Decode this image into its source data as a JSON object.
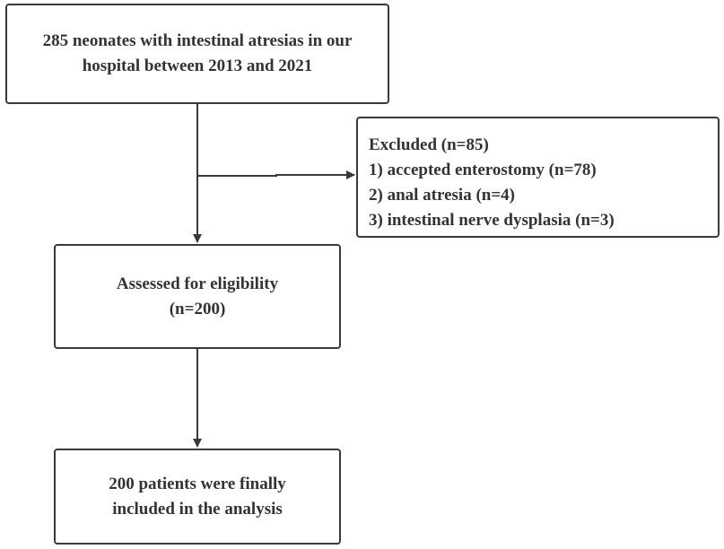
{
  "diagram": {
    "source_box": {
      "lines": [
        "285 neonates with intestinal atresias in our",
        "hospital between 2013 and 2021"
      ]
    },
    "excluded_box": {
      "lines": [
        "Excluded (n=85)",
        "1) accepted enterostomy (n=78)",
        "2) anal atresia (n=4)",
        "3) intestinal nerve dysplasia (n=3)"
      ]
    },
    "assessed_box": {
      "lines": [
        "Assessed for eligibility",
        "(n=200)"
      ]
    },
    "final_box": {
      "lines": [
        "200 patients were finally",
        "included in the analysis"
      ]
    },
    "colors": {
      "line": "#3a3a3a",
      "text": "#333333",
      "background": "#ffffff"
    }
  }
}
